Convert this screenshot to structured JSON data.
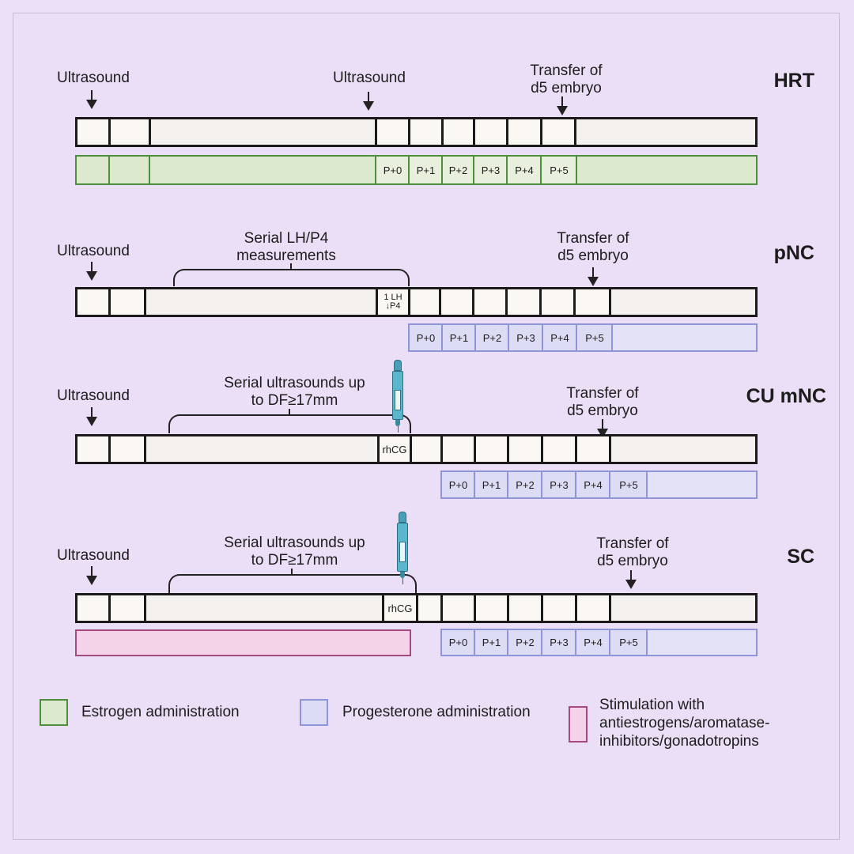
{
  "colors": {
    "estrogen": "#dde9cf",
    "estrogen_border": "#4d8f3c",
    "progesterone": "#dcdcf5",
    "progesterone_border": "#8f95d8",
    "stimulation": "#f4d2e8",
    "stimulation_border": "#a44a7e",
    "background": "#ebe0f7"
  },
  "icons": [
    "down-arrow-icon",
    "syringe-pen-icon"
  ],
  "protocols": {
    "hrt": {
      "title": "HRT",
      "ultrasound_1": "Ultrasound",
      "ultrasound_2": "Ultrasound",
      "transfer": "Transfer of\nd5 embryo",
      "days": [
        "P+0",
        "P+1",
        "P+2",
        "P+3",
        "P+4",
        "P+5"
      ]
    },
    "pnc": {
      "title": "pNC",
      "ultrasound": "Ultrasound",
      "serial": "Serial LH/P4\nmeasurements",
      "lh_cell": "1 LH\n↓P4",
      "transfer": "Transfer of\nd5 embryo",
      "days": [
        "P+0",
        "P+1",
        "P+2",
        "P+3",
        "P+4",
        "P+5"
      ]
    },
    "cumnc": {
      "title": "CU mNC",
      "ultrasound": "Ultrasound",
      "serial": "Serial ultrasounds up\nto DF≥17mm",
      "rhcg": "rhCG",
      "transfer": "Transfer of\nd5 embryo",
      "days": [
        "P+0",
        "P+1",
        "P+2",
        "P+3",
        "P+4",
        "P+5"
      ]
    },
    "sc": {
      "title": "SC",
      "ultrasound": "Ultrasound",
      "serial": "Serial ultrasounds up\nto DF≥17mm",
      "rhcg": "rhCG",
      "transfer": "Transfer of\nd5 embryo",
      "days": [
        "P+0",
        "P+1",
        "P+2",
        "P+3",
        "P+4",
        "P+5"
      ]
    }
  },
  "legend": {
    "estrogen": "Estrogen administration",
    "progesterone": "Progesterone administration",
    "stimulation": "Stimulation with\nantiestrogens/aromatase-\ninhibitors/gonadotropins"
  }
}
